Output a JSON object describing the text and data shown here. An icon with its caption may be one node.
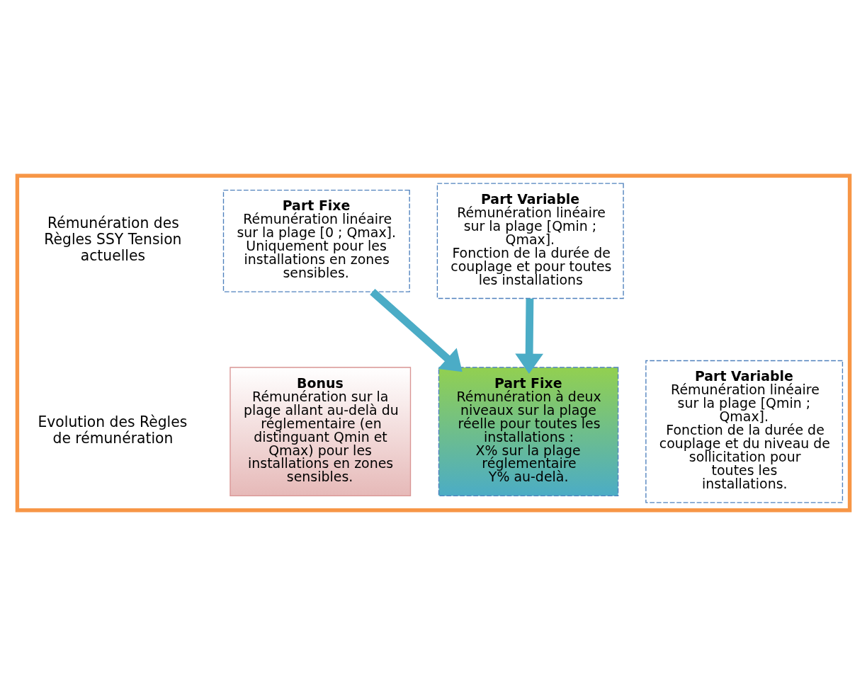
{
  "diagram": {
    "nodes": [
      {
        "text": [],
        "shape": "box"
      },
      {
        "text": [
          "Part Fixe",
          "Rémunération linéaire sur la plage [0 ; Qmax].",
          "Uniquement pour les installations en zones sensibles."
        ],
        "in": 0
      },
      {
        "text": [
          "Part Variable",
          "Rémunération linéaire sur la plage [Qmin ; Qmax].",
          "Fonction de la durée de couplage et pour toutes les installations"
        ],
        "in": 0
      },
      {
        "text": [
          "Bonus",
          "Rémunération sur la plage allant au-delà du réglementaire (en distinguant Qmin et Qmax) pour les installations en zones sensibles."
        ],
        "in": 0
      },
      {
        "text": [
          "Part Fixe",
          "Rémunération à deux niveaux sur la plage réelle pour toutes les installations :",
          "X% sur la plage réglementaire",
          "Y% au-delà."
        ],
        "in": 0
      },
      {
        "text": [
          "Part Variable",
          "Rémunération linéaire sur la plage [Qmin ; Qmax].",
          "Fonction de la durée de couplage et du niveau de sollicitation pour toutes les installations."
        ],
        "in": 0
      }
    ],
    "edges": [
      {
        "from": 1,
        "to": 4,
        "arrow": "to",
        "color": "#4bacc6"
      },
      {
        "from": 2,
        "to": 4,
        "arrow": "to",
        "color": "#4bacc6"
      }
    ],
    "labels": [
      "Rémunération des Règles SSY Tension actuelles",
      "Evolution des Règles de rémunération"
    ]
  }
}
